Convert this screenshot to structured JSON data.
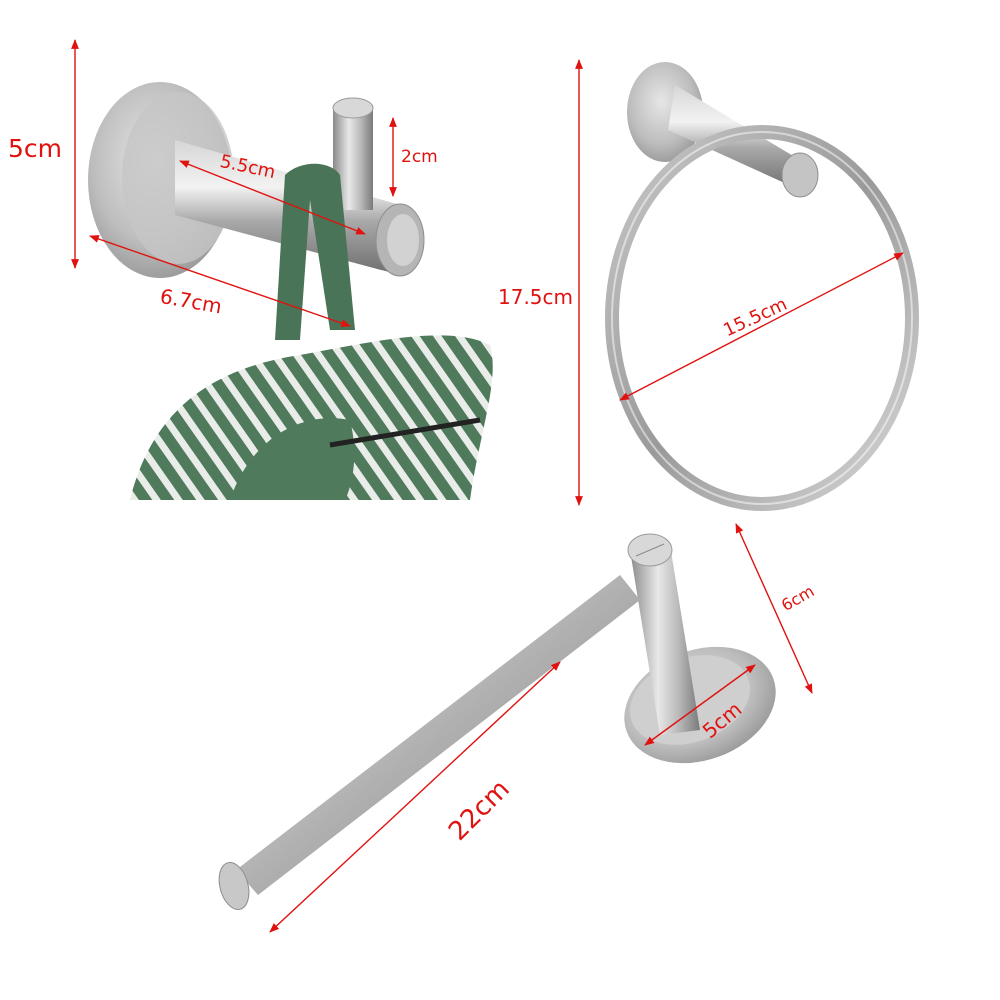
{
  "image": {
    "description": "Stainless steel bathroom accessory set with dimensions",
    "background": "#ffffff",
    "accent_color": "#e0120f"
  },
  "products": {
    "robe_hook": {
      "name": "robe hook",
      "dimensions": {
        "base_diameter": "5cm",
        "arm_length": "5.5cm",
        "tip_height": "2cm",
        "total_depth": "6.7cm"
      },
      "towel_color": "#4f7a5c"
    },
    "towel_ring": {
      "name": "towel ring",
      "dimensions": {
        "total_height": "17.5cm",
        "ring_diameter": "15.5cm"
      }
    },
    "toilet_paper_holder": {
      "name": "toilet paper holder",
      "dimensions": {
        "bar_length": "22cm",
        "height": "6cm",
        "base_diameter": "5cm"
      }
    }
  }
}
